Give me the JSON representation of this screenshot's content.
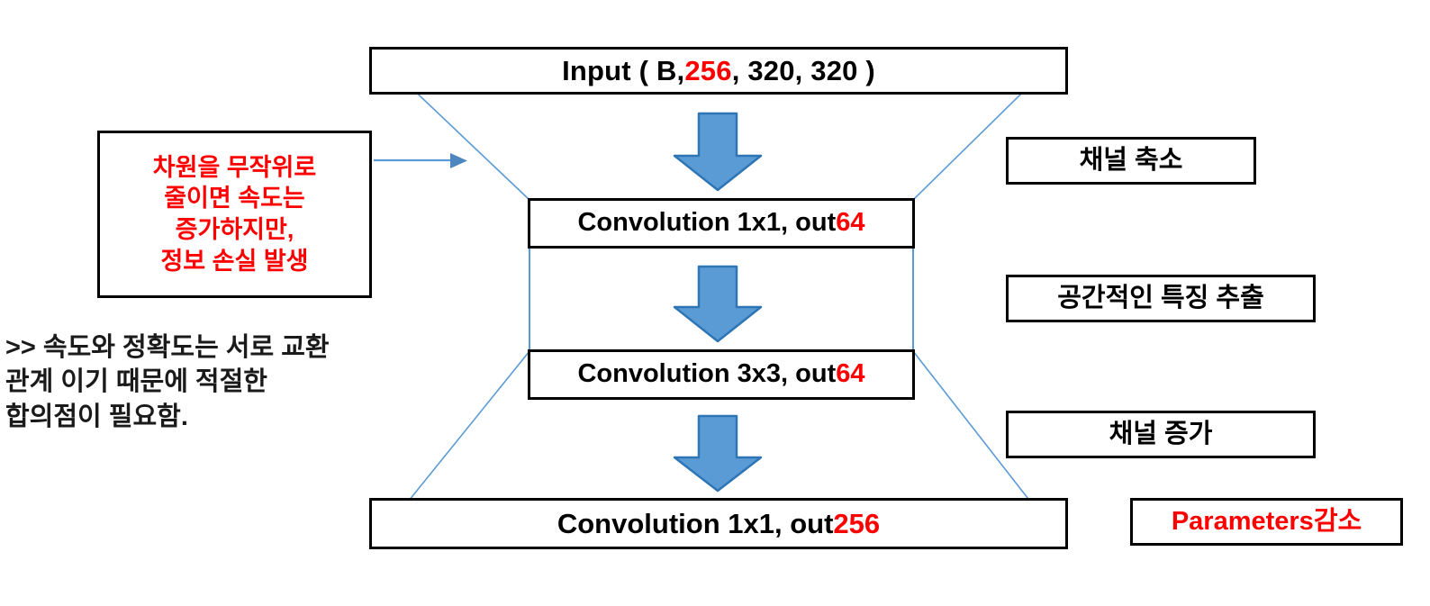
{
  "diagram": {
    "title": "Bottleneck block diagram",
    "colors": {
      "accent_red": "#FF0000",
      "arrow_fill": "#5B9BD5",
      "arrow_stroke": "#2E75B6",
      "connector_line": "#5B9BD5",
      "box_border": "#000000",
      "text": "#000000"
    },
    "pipeline": [
      {
        "id": "input",
        "prefix": "Input ( B, ",
        "highlight": "256",
        "suffix": ", 320, 320 )"
      },
      {
        "id": "conv1",
        "prefix": "Convolution 1x1, out ",
        "highlight": "64",
        "suffix": ""
      },
      {
        "id": "conv2",
        "prefix": "Convolution 3x3, out ",
        "highlight": "64",
        "suffix": ""
      },
      {
        "id": "conv3",
        "prefix": "Convolution 1x1, out ",
        "highlight": "256",
        "suffix": ""
      }
    ],
    "note_box": {
      "lines": [
        "차원을 무작위로",
        "줄이면 속도는",
        "증가하지만,",
        "정보 손실 발생"
      ]
    },
    "side_labels": [
      {
        "id": "channel-reduce",
        "text": "채널 축소"
      },
      {
        "id": "spatial-feature",
        "text": "공간적인 특징 추출"
      },
      {
        "id": "channel-increase",
        "text": "채널 증가"
      }
    ],
    "params_label": {
      "prefix": "Parameters ",
      "suffix": "감소"
    },
    "tradeoff_note": ">> 속도와 정확도는 서로 교환\n  관계 이기 때문에 적절한\n  합의점이 필요함.",
    "arrows": [
      {
        "id": "arrow-input-to-conv1"
      },
      {
        "id": "arrow-conv1-to-conv2"
      },
      {
        "id": "arrow-conv2-to-conv3"
      }
    ],
    "note_pointer": {
      "id": "note-pointer-arrow"
    }
  }
}
